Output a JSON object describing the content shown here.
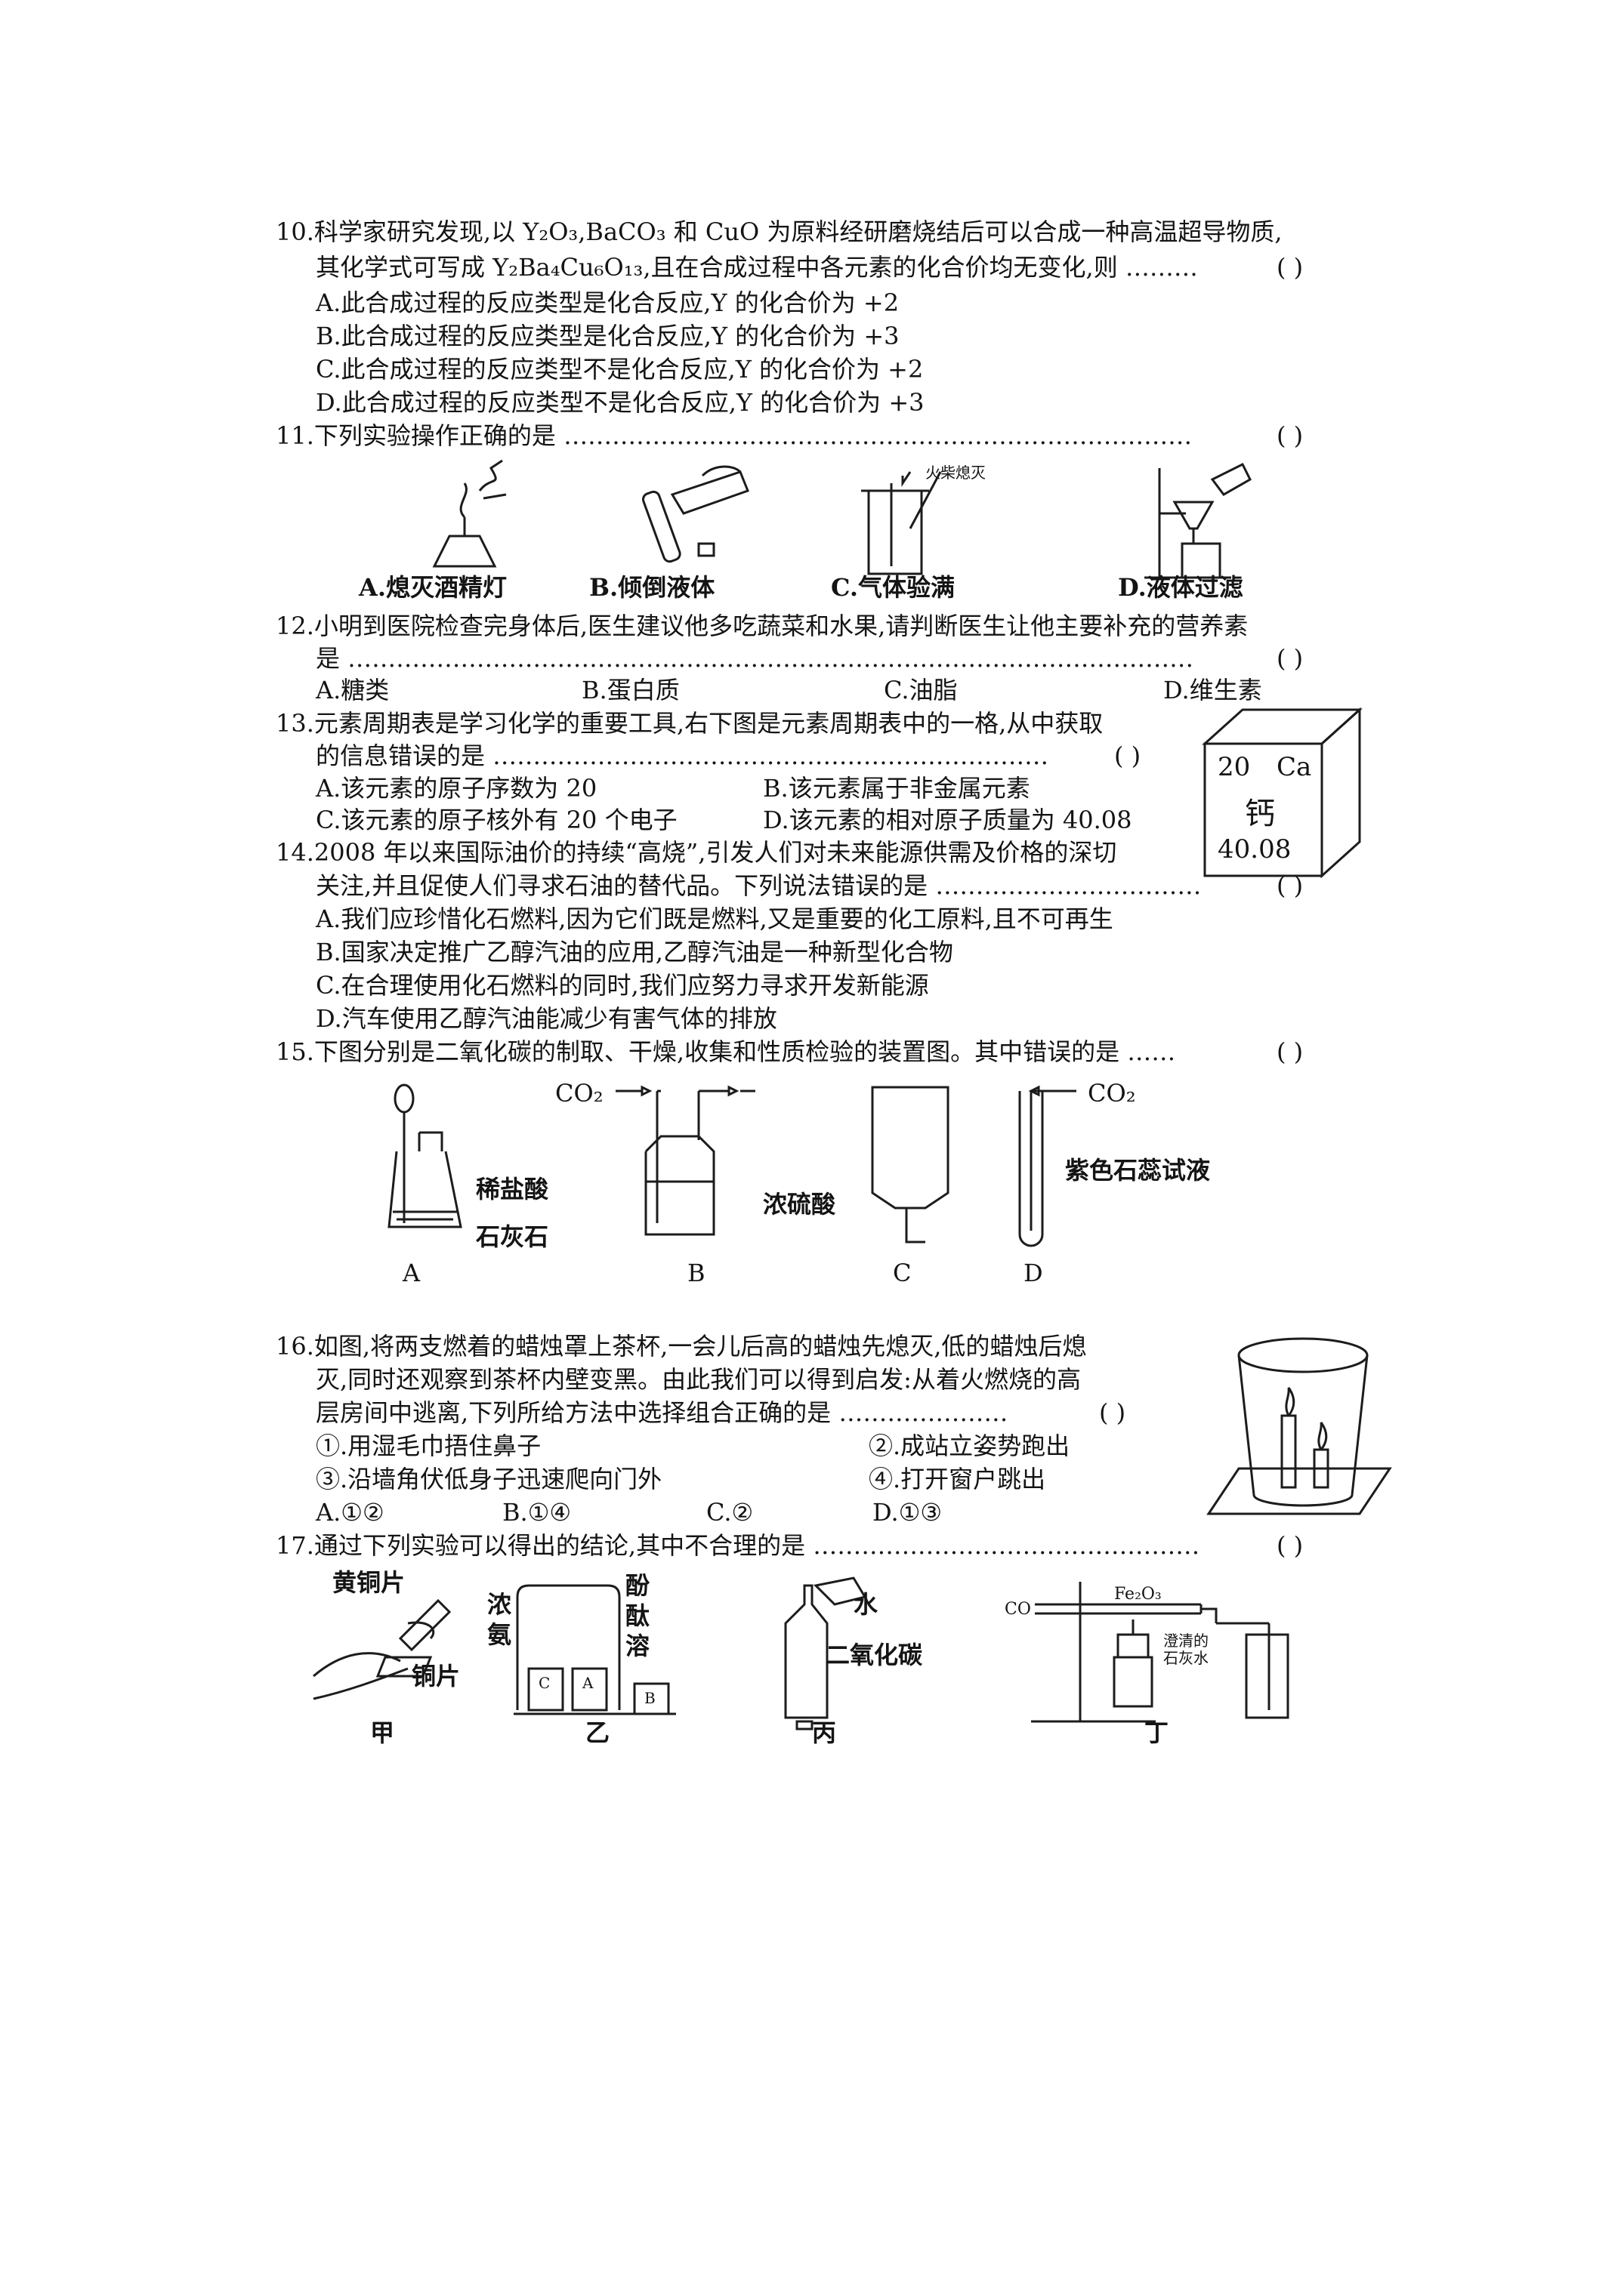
{
  "q10": {
    "stem_line1": "10.科学家研究发现,以 Y₂O₃,BaCO₃ 和 CuO 为原料经研磨烧结后可以合成一种高温超导物质,",
    "stem_line2": "其化学式可写成 Y₂Ba₄Cu₆O₁₃,且在合成过程中各元素的化合价均无变化,则 ………",
    "answer_blank": "(      )",
    "options": [
      "A.此合成过程的反应类型是化合反应,Y 的化合价为 +2",
      "B.此合成过程的反应类型是化合反应,Y 的化合价为 +3",
      "C.此合成过程的反应类型不是化合反应,Y 的化合价为 +2",
      "D.此合成过程的反应类型不是化合反应,Y 的化合价为 +3"
    ]
  },
  "q11": {
    "stem": "11.下列实验操作正确的是 ……………………………………………………………………",
    "answer_blank": "(      )",
    "figure_note": "火柴熄灭",
    "captions": [
      "A.熄灭酒精灯",
      "B.倾倒液体",
      "C.气体验满",
      "D.液体过滤"
    ]
  },
  "q12": {
    "stem_line1": "12.小明到医院检查完身体后,医生建议他多吃蔬菜和水果,请判断医生让他主要补充的营养素",
    "stem_line2": "是 ……………………………………………………………………………………………",
    "answer_blank": "(      )",
    "options": [
      "A.糖类",
      "B.蛋白质",
      "C.油脂",
      "D.维生素"
    ]
  },
  "q13": {
    "stem_line1": "13.元素周期表是学习化学的重要工具,右下图是元素周期表中的一格,从中获取",
    "stem_line2": "的信息错误的是 ……………………………………………………………",
    "answer_blank": "(      )",
    "options": [
      "A.该元素的原子序数为 20",
      "B.该元素属于非金属元素",
      "C.该元素的原子核外有 20 个电子",
      "D.该元素的相对原子质量为 40.08"
    ],
    "cell": {
      "number": "20",
      "symbol": "Ca",
      "name": "钙",
      "mass": "40.08"
    }
  },
  "q14": {
    "stem_line1": "14.2008 年以来国际油价的持续“高烧”,引发人们对未来能源供需及价格的深切",
    "stem_line2": "关注,并且促使人们寻求石油的替代品。下列说法错误的是 ……………………………",
    "answer_blank": "(      )",
    "options": [
      "A.我们应珍惜化石燃料,因为它们既是燃料,又是重要的化工原料,且不可再生",
      "B.国家决定推广乙醇汽油的应用,乙醇汽油是一种新型化合物",
      "C.在合理使用化石燃料的同时,我们应努力寻求开发新能源",
      "D.汽车使用乙醇汽油能减少有害气体的排放"
    ]
  },
  "q15": {
    "stem": "15.下图分别是二氧化碳的制取、干燥,收集和性质检验的装置图。其中错误的是 ……",
    "answer_blank": "(      )",
    "labels": {
      "acid": "稀盐酸",
      "stone": "石灰石",
      "co2_in": "CO₂",
      "h2so4": "浓硫酸",
      "co2_d": "CO₂",
      "litmus": "紫色石蕊试液"
    },
    "captions": [
      "A",
      "B",
      "C",
      "D"
    ]
  },
  "q16": {
    "stem_line1": "16.如图,将两支燃着的蜡烛罩上茶杯,一会儿后高的蜡烛先熄灭,低的蜡烛后熄",
    "stem_line2": "灭,同时还观察到茶杯内壁变黑。由此我们可以得到启发:从着火燃烧的高",
    "stem_line3": "层房间中逃离,下列所给方法中选择组合正确的是 …………………",
    "answer_blank": "(      )",
    "methods": [
      "①.用湿毛巾捂住鼻子",
      "②.成站立姿势跑出",
      "③.沿墙角伏低身子迅速爬向门外",
      "④.打开窗户跳出"
    ],
    "options": [
      "A.①②",
      "B.①④",
      "C.②",
      "D.①③"
    ]
  },
  "q17": {
    "stem": "17.通过下列实验可以得出的结论,其中不合理的是 …………………………………………",
    "answer_blank": "(      )",
    "labels": {
      "brass": "黄铜片",
      "copper": "铜片",
      "ammonia_1": "浓",
      "ammonia_2": "氨",
      "phenol_1": "酚",
      "phenol_2": "酞",
      "phenol_3": "溶",
      "beaker_c": "C",
      "beaker_a": "A",
      "beaker_b": "B",
      "water": "水",
      "co2": "二氧化碳",
      "co": "CO",
      "fe2o3": "Fe₂O₃",
      "limewater_1": "澄清的",
      "limewater_2": "石灰水"
    },
    "captions": [
      "甲",
      "乙",
      "丙",
      "丁"
    ]
  }
}
